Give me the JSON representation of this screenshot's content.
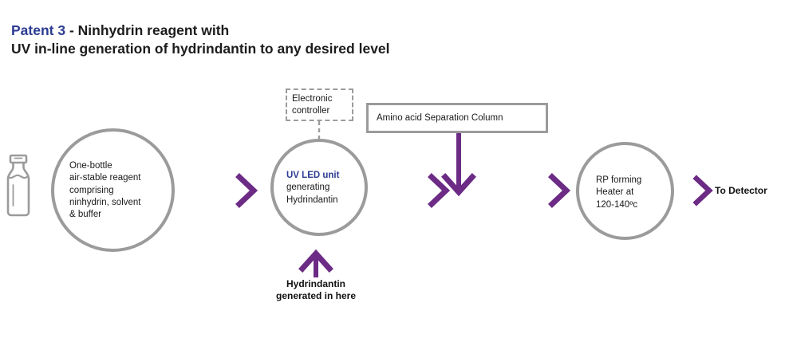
{
  "title": {
    "accent": "Patent 3",
    "dash": " - ",
    "line1_rest": "Ninhydrin reagent with",
    "line2": "UV in-line generation of hydrindantin to any desired level"
  },
  "colors": {
    "accent_navy": "#2c3c92",
    "flow_purple": "#6c2b85",
    "outline_gray": "#9b9b9b",
    "text_black": "#1a1a1a",
    "background": "#ffffff"
  },
  "nodes": {
    "bottle_icon": {
      "icon": "reagent-bottle-icon"
    },
    "reagent_circle": {
      "line1": "One-bottle",
      "line2": "air-stable reagent",
      "line3": "comprising",
      "line4": "ninhydrin, solvent",
      "line5": "& buffer"
    },
    "uv_circle": {
      "line1": "UV LED unit",
      "line2": "generating",
      "line3": "Hydrindantin"
    },
    "heater_circle": {
      "line1": "RP forming",
      "line2": "Heater at",
      "line3": "120-140ºc"
    },
    "controller_box": {
      "line1": "Electronic",
      "line2": "controller"
    },
    "column_box": {
      "label": "Amino acid Separation Column"
    }
  },
  "annotations": {
    "hydrindantin_note": {
      "line1": "Hydrindantin",
      "line2": "generated in here"
    },
    "to_detector": "To Detector"
  },
  "flows": [
    {
      "name": "reagent-to-uv",
      "from": "reagent_circle",
      "to": "uv_circle",
      "direction": "right"
    },
    {
      "name": "uv-to-junction",
      "from": "uv_circle",
      "to": "junction",
      "direction": "right"
    },
    {
      "name": "column-to-junction",
      "from": "column_box",
      "to": "junction",
      "direction": "down"
    },
    {
      "name": "junction-to-heater",
      "from": "junction",
      "to": "heater_circle",
      "direction": "right"
    },
    {
      "name": "heater-to-detector",
      "from": "heater_circle",
      "to": "to_detector",
      "direction": "right"
    },
    {
      "name": "hydrindantin-into-uv",
      "from": "hydrindantin_note",
      "to": "uv_circle",
      "direction": "up"
    }
  ],
  "connectors": [
    {
      "name": "controller-to-uv",
      "style": "dashed",
      "color": "#9b9b9b"
    }
  ]
}
